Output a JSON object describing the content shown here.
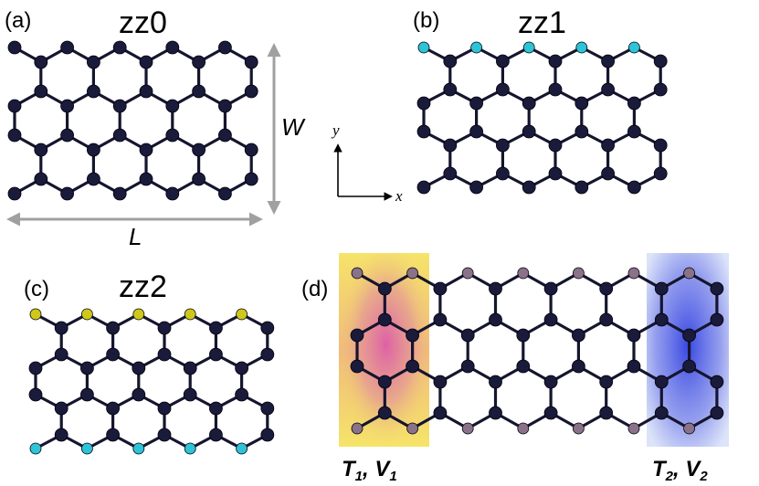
{
  "panels": [
    {
      "label": "(a)",
      "title": "zz0"
    },
    {
      "label": "(b)",
      "title": "zz1"
    },
    {
      "label": "(c)",
      "title": "zz2"
    },
    {
      "label": "(d)",
      "title": ""
    }
  ],
  "dimensions": {
    "width": "W",
    "length": "L"
  },
  "axes": {
    "x": "x",
    "y": "y"
  },
  "regions": {
    "left": {
      "main": "T",
      "sub1": "1",
      "sep": ", ",
      "main2": "V",
      "sub2": "1"
    },
    "right": {
      "main": "T",
      "sub1": "2",
      "sep": ", ",
      "main2": "V",
      "sub2": "2"
    }
  },
  "colors": {
    "carbon": "#1a1a3a",
    "hydrogen_cyan": "#2ec4d6",
    "edge_yellow": "#cfc81a",
    "lead_atom": "#8a7288",
    "left_region_outer": "#f3e27a",
    "left_region_inner": "#dc6b9e",
    "right_region": "#4a55e0",
    "arrow_gray": "#a0a0a0"
  }
}
